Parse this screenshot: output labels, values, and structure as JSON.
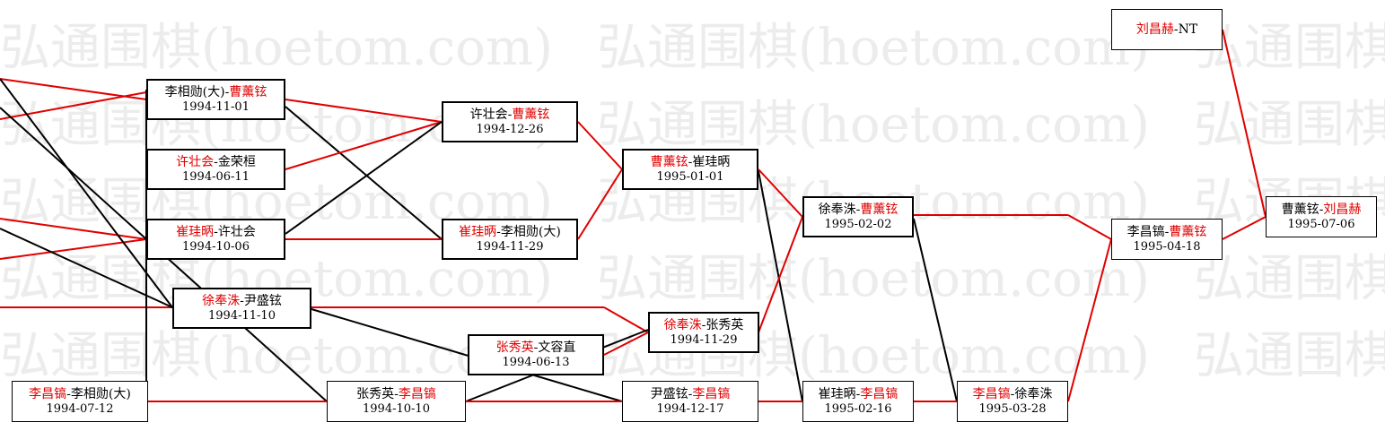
{
  "watermark": {
    "text": "弘通围棋(hoetom.com)"
  },
  "colors": {
    "winner": "#e00000",
    "loser_line": "#000000",
    "winner_line": "#e00000"
  },
  "nodes": {
    "n1": {
      "a": "李相勋(大)",
      "sep": "-",
      "b": "曹薰铉",
      "winner": "b",
      "date": "1994-11-01"
    },
    "n2": {
      "a": "许壮会",
      "sep": "-",
      "b": "金荣桓",
      "winner": "a",
      "date": "1994-06-11"
    },
    "n3": {
      "a": "崔珪昞",
      "sep": "-",
      "b": "许壮会",
      "winner": "a",
      "date": "1994-10-06"
    },
    "n4": {
      "a": "徐奉洙",
      "sep": "-",
      "b": "尹盛铉",
      "winner": "a",
      "date": "1994-11-10"
    },
    "n5": {
      "a": "李昌镐",
      "sep": "-",
      "b": "李相勋(大)",
      "winner": "a",
      "date": "1994-07-12"
    },
    "n6": {
      "a": "许壮会",
      "sep": "-",
      "b": "曹薰铉",
      "winner": "b",
      "date": "1994-12-26"
    },
    "n7": {
      "a": "崔珪昞",
      "sep": "-",
      "b": "李相勋(大)",
      "winner": "a",
      "date": "1994-11-29"
    },
    "n8": {
      "a": "张秀英",
      "sep": "-",
      "b": "文容直",
      "winner": "a",
      "date": "1994-06-13"
    },
    "n9": {
      "a": "张秀英",
      "sep": "-",
      "b": "李昌镐",
      "winner": "b",
      "date": "1994-10-10"
    },
    "n10": {
      "a": "曹薰铉",
      "sep": "-",
      "b": "崔珪昞",
      "winner": "a",
      "date": "1995-01-01"
    },
    "n11": {
      "a": "徐奉洙",
      "sep": "-",
      "b": "张秀英",
      "winner": "a",
      "date": "1994-11-29"
    },
    "n12": {
      "a": "尹盛铉",
      "sep": "-",
      "b": "李昌镐",
      "winner": "b",
      "date": "1994-12-17"
    },
    "n13": {
      "a": "徐奉洙",
      "sep": "-",
      "b": "曹薰铉",
      "winner": "b",
      "date": "1995-02-02"
    },
    "n14": {
      "a": "崔珪昞",
      "sep": "-",
      "b": "李昌镐",
      "winner": "b",
      "date": "1995-02-16"
    },
    "n15": {
      "a": "李昌镐",
      "sep": "-",
      "b": "徐奉洙",
      "winner": "a",
      "date": "1995-03-28"
    },
    "n16": {
      "a": "李昌镐",
      "sep": "-",
      "b": "曹薰铉",
      "winner": "b",
      "date": "1995-04-18"
    },
    "n17": {
      "a": "刘昌赫",
      "sep": "-",
      "b": "NT",
      "winner": "a",
      "date": ""
    },
    "n18": {
      "a": "曹薰铉",
      "sep": "-",
      "b": "刘昌赫",
      "winner": "b",
      "date": "1995-07-06"
    }
  }
}
